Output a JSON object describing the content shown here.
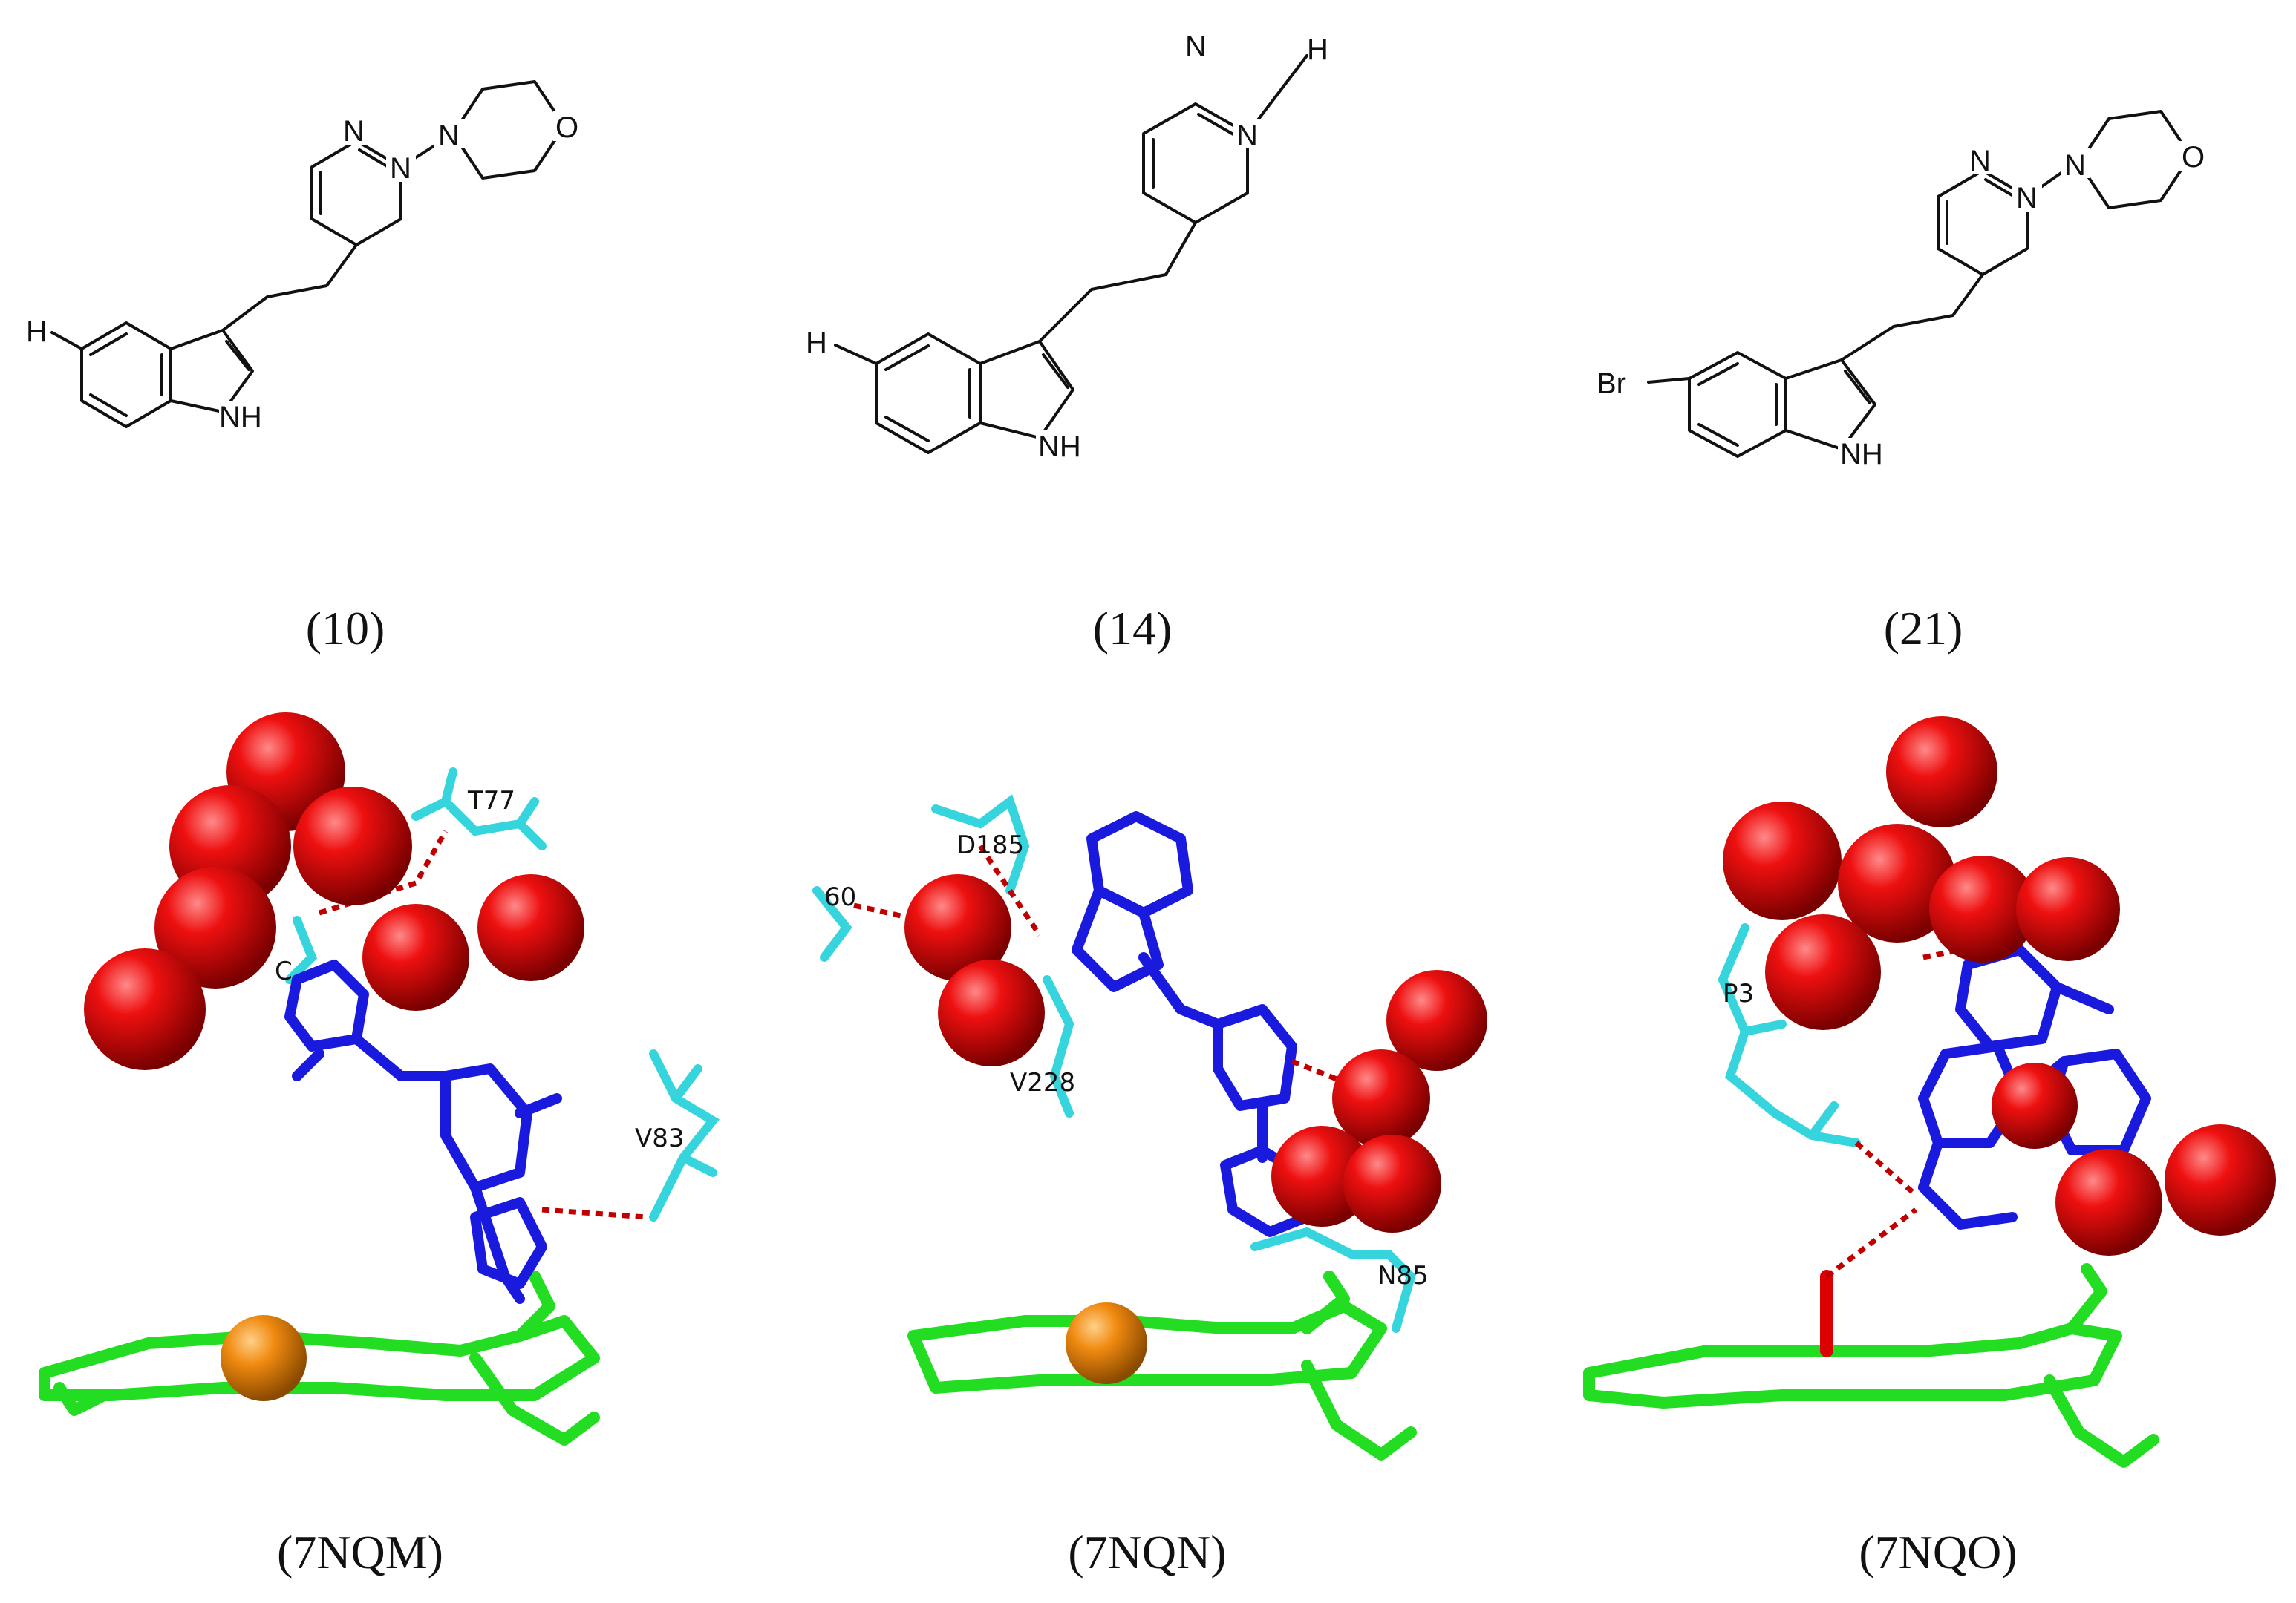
{
  "compounds": [
    {
      "caption": "(10)",
      "substituent": "H",
      "head": "morpholine"
    },
    {
      "caption": "(14)",
      "substituent": "H",
      "head": "H"
    },
    {
      "caption": "(21)",
      "substituent": "Br",
      "head": "morpholine"
    }
  ],
  "atom_labels": {
    "n": "N",
    "o": "O",
    "nh": "NH",
    "h": "H"
  },
  "structures": [
    {
      "caption": "(7NQM)",
      "residues": [
        "T77",
        "V83",
        "C"
      ],
      "metal": "orange"
    },
    {
      "caption": "(7NQN)",
      "residues": [
        "D185",
        "60",
        "V228",
        "N85"
      ],
      "metal": "orange"
    },
    {
      "caption": "(7NQO)",
      "residues": [
        "P3"
      ],
      "metal": "none"
    }
  ],
  "colors": {
    "water": "#e00000",
    "ligand": "#1a1adf",
    "residue": "#36d4dc",
    "heme": "#22dd22",
    "iron": "#f08a10",
    "hbond": "#c00000",
    "bond_line": "#111111"
  }
}
